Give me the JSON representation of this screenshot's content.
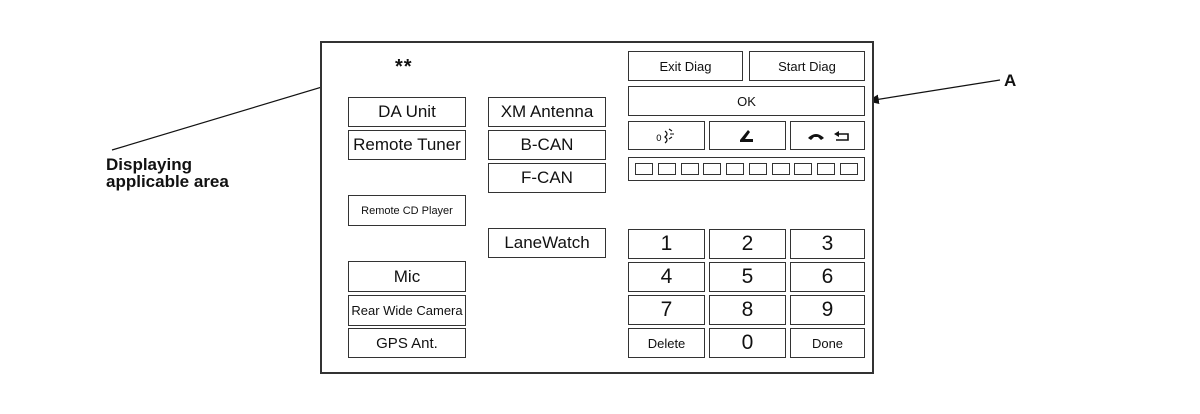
{
  "callouts": {
    "left_line1": "Displaying",
    "left_line2": "applicable area",
    "right": "A"
  },
  "screen": {
    "stars": "**",
    "top_buttons": {
      "exit": "Exit Diag",
      "start": "Start Diag"
    },
    "ok_label": "OK",
    "left_column": [
      "DA Unit",
      "Remote Tuner",
      "Remote CD Player",
      "Mic",
      "Rear Wide Camera",
      "GPS Ant."
    ],
    "middle_column": [
      "XM Antenna",
      "B-CAN",
      "F-CAN",
      "LaneWatch"
    ],
    "keypad": [
      "1",
      "2",
      "3",
      "4",
      "5",
      "6",
      "7",
      "8",
      "9",
      "Delete",
      "0",
      "Done"
    ],
    "status_boxes": 10,
    "icons": [
      "voice-talk-icon",
      "phone-pickup-icon",
      "phone-hangup-back-icon"
    ]
  },
  "colors": {
    "line": "#333333",
    "background": "#ffffff"
  }
}
